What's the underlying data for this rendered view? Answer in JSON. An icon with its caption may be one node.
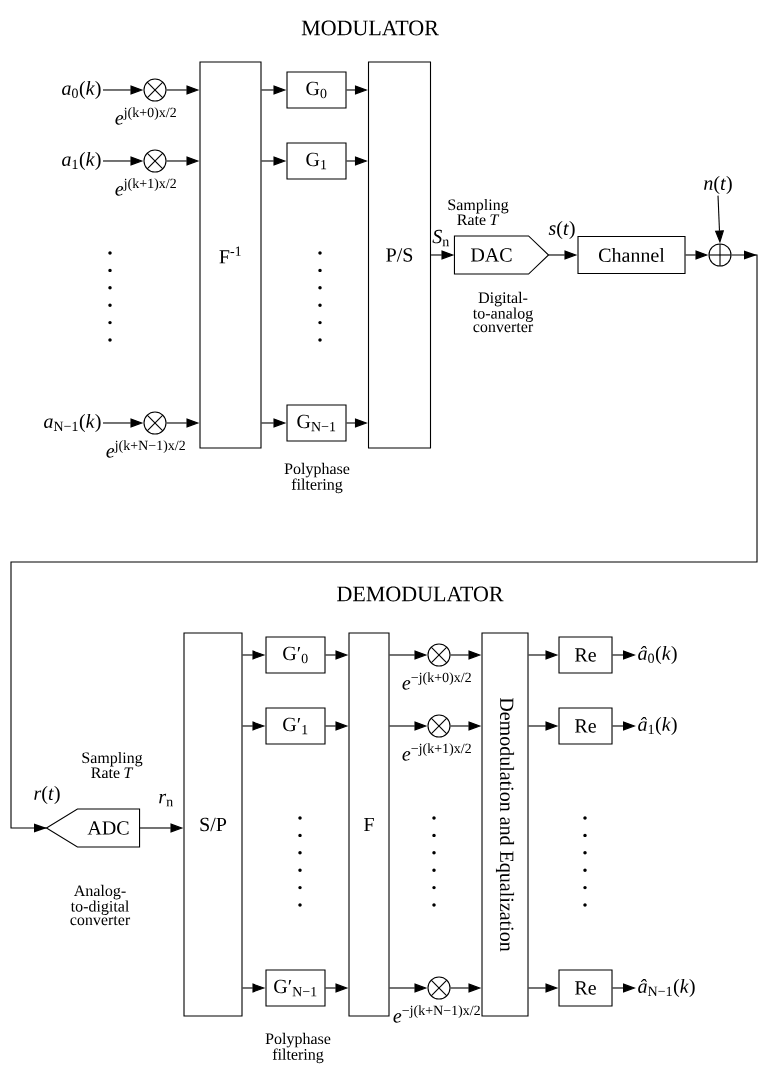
{
  "diagram": {
    "nodes": [
      {
        "text": [
          "*a*$_{0}$(*k*)"
        ]
      },
      {
        "text": [],
        "shape": "circle",
        "beside": [
          "*e*$^{j(k+0)x/2}$"
        ]
      },
      {
        "text": [
          "*a*$_{1}$(*k*)"
        ]
      },
      {
        "text": [],
        "shape": "circle",
        "beside": [
          "*e*$^{j(k+1)x/2}$"
        ]
      },
      {
        "text": [
          "*a*$_{N−1}$(*k*)"
        ]
      },
      {
        "text": [],
        "shape": "circle",
        "beside": [
          "*e*$^{j(k+N−1)x/2}$"
        ]
      },
      {
        "text": [
          "F$^{-1}$"
        ]
      },
      {
        "text": [
          "G$_{0}$"
        ]
      },
      {
        "text": [
          "G$_{1}$"
        ]
      },
      {
        "text": [
          "G$_{N−1}$"
        ]
      },
      {
        "text": [
          "P/S"
        ]
      },
      {
        "text": [
          "DAC"
        ],
        "beside": [
          "Sampling Rate *T*",
          "Digital-to-analog converter"
        ]
      },
      {
        "text": [
          "Channel"
        ]
      },
      {
        "text": [],
        "shape": "circle"
      },
      {
        "text": [
          "*n*(*t*)"
        ]
      },
      {
        "text": [
          "ADC"
        ],
        "beside": [
          "Sampling Rate *T*",
          "Analog-to-digital converter"
        ]
      },
      {
        "text": [
          "S/P"
        ]
      },
      {
        "text": [
          "G′$_{0}$"
        ]
      },
      {
        "text": [
          "G′$_{1}$"
        ]
      },
      {
        "text": [
          "G′$_{N−1}$"
        ]
      },
      {
        "text": [
          "F"
        ]
      },
      {
        "text": [],
        "shape": "circle",
        "beside": [
          "*e*$^{−j(k+0)x/2}$"
        ]
      },
      {
        "text": [],
        "shape": "circle",
        "beside": [
          "*e*$^{−j(k+1)x/2}$"
        ]
      },
      {
        "text": [],
        "shape": "circle",
        "beside": [
          "*e*$^{−j(k+N−1)x/2}$"
        ]
      },
      {
        "text": [
          "Demodulation and Equalization"
        ]
      },
      {
        "text": [
          "Re"
        ]
      },
      {
        "text": [
          "Re"
        ]
      },
      {
        "text": [
          "Re"
        ]
      },
      {
        "text": [
          "*â*$_{0}$(*k*)"
        ]
      },
      {
        "text": [
          "*â*$_{1}$(*k*)"
        ]
      },
      {
        "text": [
          "*â*$_{N−1}$(*k*)"
        ]
      }
    ],
    "edges": [
      {
        "from": 0,
        "to": 1,
        "arrow": "to"
      },
      {
        "from": 2,
        "to": 3,
        "arrow": "to"
      },
      {
        "from": 4,
        "to": 5,
        "arrow": "to"
      },
      {
        "from": 1,
        "to": 6,
        "arrow": "to"
      },
      {
        "from": 3,
        "to": 6,
        "arrow": "to"
      },
      {
        "from": 5,
        "to": 6,
        "arrow": "to"
      },
      {
        "from": 6,
        "to": 7,
        "arrow": "to"
      },
      {
        "from": 6,
        "to": 8,
        "arrow": "to"
      },
      {
        "from": 6,
        "to": 9,
        "arrow": "to"
      },
      {
        "from": 7,
        "to": 10,
        "arrow": "to"
      },
      {
        "from": 8,
        "to": 10,
        "arrow": "to"
      },
      {
        "from": 9,
        "to": 10,
        "arrow": "to"
      },
      {
        "from": 10,
        "to": 11,
        "arrow": "to",
        "label": "*S*$_{n}$"
      },
      {
        "from": 11,
        "to": 12,
        "arrow": "to",
        "label": "*s*(*t*)"
      },
      {
        "from": 12,
        "to": 13,
        "arrow": "to"
      },
      {
        "from": 14,
        "to": 13,
        "arrow": "to"
      },
      {
        "from": 13,
        "to": 15,
        "arrow": "to",
        "label": "*r*(*t*)"
      },
      {
        "from": 15,
        "to": 16,
        "arrow": "to",
        "label": "*r*$_{n}$"
      },
      {
        "from": 16,
        "to": 17,
        "arrow": "to"
      },
      {
        "from": 16,
        "to": 18,
        "arrow": "to"
      },
      {
        "from": 16,
        "to": 19,
        "arrow": "to"
      },
      {
        "from": 17,
        "to": 20,
        "arrow": "to"
      },
      {
        "from": 18,
        "to": 20,
        "arrow": "to"
      },
      {
        "from": 19,
        "to": 20,
        "arrow": "to"
      },
      {
        "from": 20,
        "to": 21,
        "arrow": "to"
      },
      {
        "from": 20,
        "to": 22,
        "arrow": "to"
      },
      {
        "from": 20,
        "to": 23,
        "arrow": "to"
      },
      {
        "from": 21,
        "to": 24,
        "arrow": "to"
      },
      {
        "from": 22,
        "to": 24,
        "arrow": "to"
      },
      {
        "from": 23,
        "to": 24,
        "arrow": "to"
      },
      {
        "from": 24,
        "to": 25,
        "arrow": "to"
      },
      {
        "from": 24,
        "to": 26,
        "arrow": "to"
      },
      {
        "from": 24,
        "to": 27,
        "arrow": "to"
      },
      {
        "from": 25,
        "to": 28,
        "arrow": "to"
      },
      {
        "from": 26,
        "to": 29,
        "arrow": "to"
      },
      {
        "from": 27,
        "to": 30,
        "arrow": "to"
      }
    ],
    "labels": [
      "MODULATOR",
      "Polyphase filtering",
      "DEMODULATOR",
      "Polyphase filtering"
    ]
  }
}
